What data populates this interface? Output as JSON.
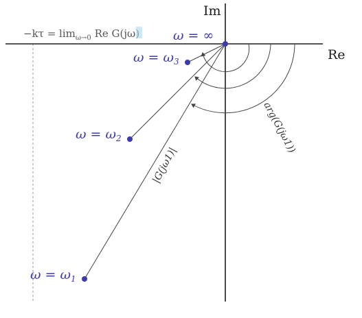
{
  "axes": {
    "real_label": "Re",
    "imag_label": "Im"
  },
  "limit_label": "−kτ = lim",
  "limit_sub": "ω→0",
  "limit_rest": " Re G(jω",
  "limit_close": ")",
  "origin_label": "ω = ∞",
  "points": [
    {
      "id": "omega-3",
      "label": "ω = ω",
      "sub": "3"
    },
    {
      "id": "omega-2",
      "label": "ω = ω",
      "sub": "2"
    },
    {
      "id": "omega-1",
      "label": "ω = ω",
      "sub": "1"
    }
  ],
  "magnitude_label": "|G(jω1)|",
  "phase_label": "arg(G(jω1))",
  "colors": {
    "point": "#3b3bb0",
    "axis": "#1a1a1a",
    "line": "#444444",
    "dashed": "#9a9a9a",
    "highlight": "#aad4f0"
  }
}
